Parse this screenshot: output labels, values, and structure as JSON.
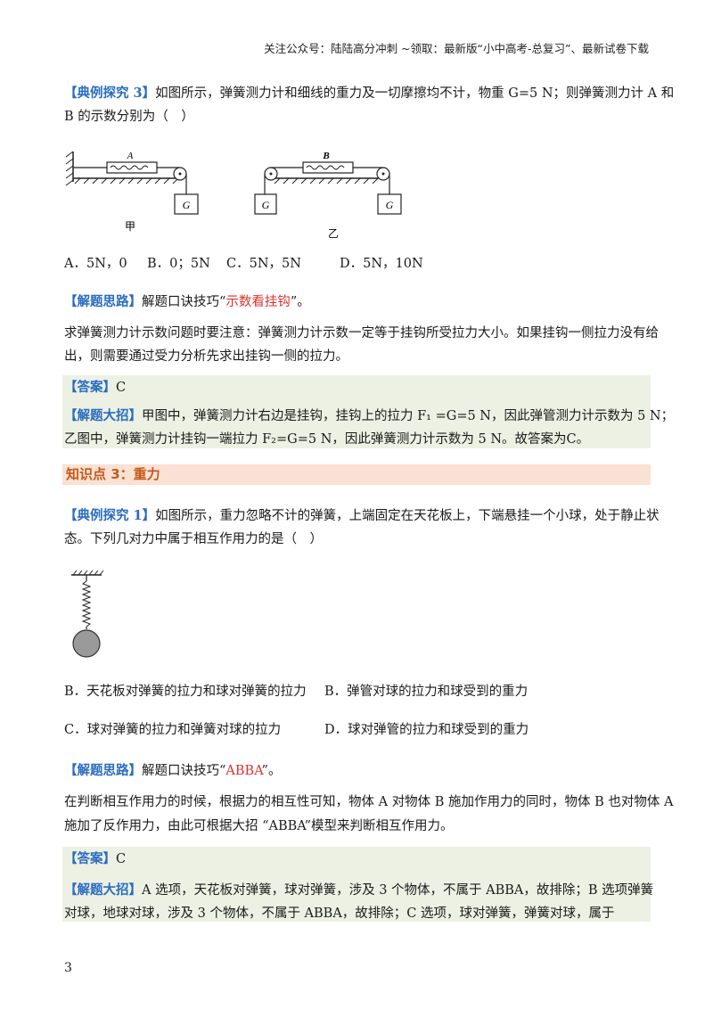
{
  "header": "关注公众号：陆陆高分冲刺 ~领取：最新版“小中高考-总复习”、最新试卷下载",
  "ex3": {
    "tag": "【典例探究 3】",
    "line1": "如图所示，弹簧测力计和细线的重力及一切摩擦均不计，物重 G=5 N；则弹簧测力计 A 和",
    "line2": "B 的示数分别为（　）",
    "fig_left_A": "A",
    "fig_left_G": "G",
    "fig_left_caption": "甲",
    "fig_right_B": "B",
    "fig_right_G1": "G",
    "fig_right_G2": "G",
    "fig_right_caption": "乙",
    "options": [
      "A．5N，0",
      "B．0；5N",
      "C．5N，5N",
      "D．5N，10N"
    ],
    "think_tag": "【解题思路】",
    "think_pre": "解题口诀技巧“",
    "think_key": "示数看挂钩",
    "think_post": "”。",
    "para1": "求弹簧测力计示数问题时要注意：弹簧测力计示数一定等于挂钩所受拉力大小。如果挂钩一侧拉力没有给",
    "para2": "出，则需要通过受力分析先求出挂钩一侧的拉力。",
    "ans_tag": "【答案】",
    "ans": "C",
    "sol_tag": "【解题大招】",
    "sol1": "甲图中，弹簧测力计右边是挂钩，挂钩上的拉力 F₁ =G=5 N，因此弹管测力计示数为 5 N；",
    "sol2": "乙图中，弹簧测力计挂钩一端拉力 F₂=G=5 N，因此弹簧测力计示数为 5 N。故答案为C。"
  },
  "kp3": {
    "title": "知识点 3：重力"
  },
  "ex1": {
    "tag": "【典例探究 1】",
    "line1": "如图所示，重力忽略不计的弹簧，上端固定在天花板上，下端悬挂一个小球，处于静止状",
    "line2": "态。下列几对力中属于相互作用力的是（　）",
    "optA": "B．天花板对弹簧的拉力和球对弹簧的拉力",
    "optB": "B．弹管对球的拉力和球受到的重力",
    "optC": "C．球对弹簧的拉力和弹簧对球的拉力",
    "optD": "D．球对弹管的拉力和球受到的重力",
    "think_tag": "【解题思路】",
    "think_pre": "解题口诀技巧“",
    "think_key": "ABBA",
    "think_post": "”。",
    "para1": "在判断相互作用力的时候，根据力的相互性可知，物体 A 对物体 B 施加作用力的同时，物体 B 也对物体 A",
    "para2": "施加了反作用力，由此可根据大招 “ABBA”模型来判断相互作用力。",
    "ans_tag": "【答案】",
    "ans": "C",
    "sol_tag": "【解题大招】",
    "sol1": "A 选项，天花板对弹簧，球对弹簧，涉及 3 个物体，不属于 ABBA，故排除；B 选项弹簧",
    "sol2": "对球，地球对球，涉及 3 个物体，不属于 ABBA，故排除；C 选项，球对弹簧，弹簧对球，属于"
  },
  "page_number": "3"
}
